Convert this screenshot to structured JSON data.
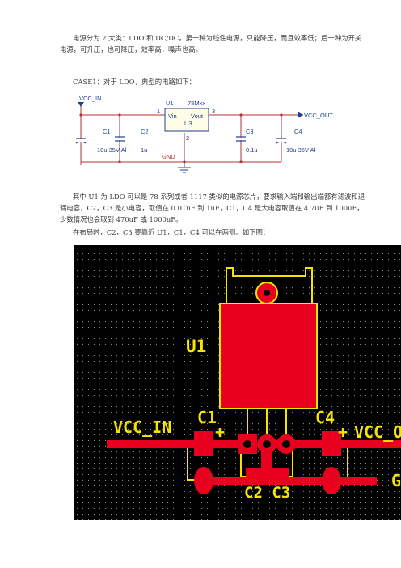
{
  "text": {
    "p1": "电源分为 2 大类：LDO 和 DC/DC，第一种为线性电源，只能降压，而且效率低；后一种为开关电源，可升压，也可降压，效率高，噪声也高。",
    "p2": "CASE1：对于 LDO，典型的电路如下：",
    "p3": "其中 U1 为 LDO 可以是 78 系列或者 1117 类似的电源芯片，要求输入端和输出端都有滤波和退耦电容，C2，C3 是小电容，取值在 0.01uF 到 1uF，C1，C4 是大电容取值在 4.7uF 到 100uF，少数情况也会取到 470uF 或 1000uF。",
    "p4": "在布局时，C2，C3 要靠近 U1，C1，C4 可以在两侧。如下图："
  },
  "schematic": {
    "vcc_in": "VCC_IN",
    "vcc_out": "VCC_OUT",
    "u1": "U1",
    "part": "78Mxx",
    "vin": "Vin",
    "vout": "Vout",
    "u_ref": "U3",
    "pin1": "1",
    "pin2": "2",
    "pin3": "3",
    "gnd": "GND",
    "c1": "C1",
    "c2": "C2",
    "c3": "C3",
    "c4": "C4",
    "c1_val": "10u 35V Al",
    "c2_val": "1u",
    "c3_val": "0.1u",
    "c4_val": "10u 35V Al"
  },
  "pcb": {
    "u1": "U1",
    "c1": "C1",
    "c4": "C4",
    "plus_left": "+",
    "plus_right": "+",
    "vcc_in": "VCC_IN",
    "vcc_out": "VCC_O",
    "gnd": "G",
    "c2c3": "C2 C3"
  },
  "colors": {
    "pcb_bg": "#000000",
    "pcb_copper": "#e8001f",
    "pcb_silk": "#f5e400",
    "sch_wire": "#b8322c",
    "sch_part": "#1f3f8f"
  }
}
